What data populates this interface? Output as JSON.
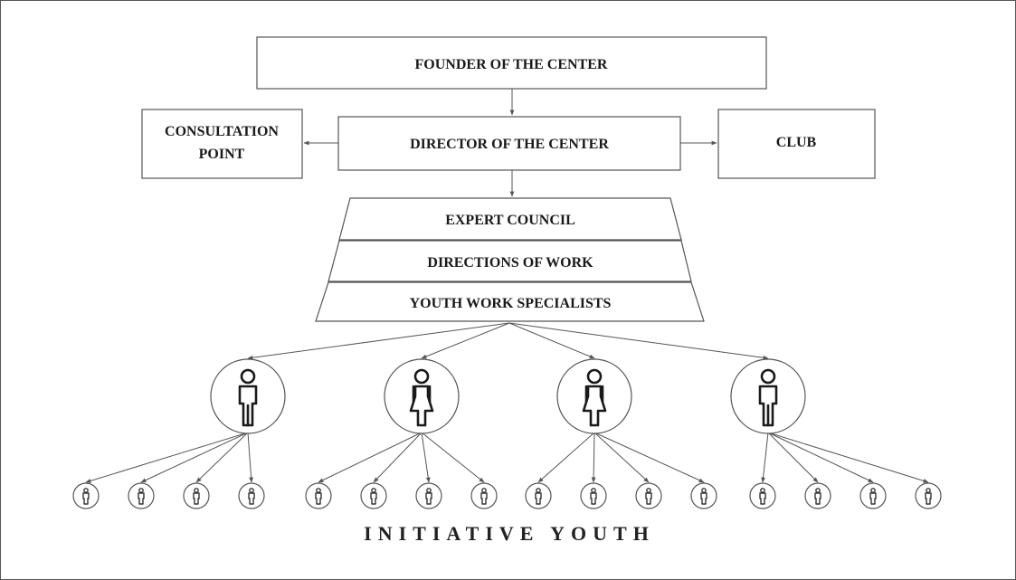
{
  "founder": "FOUNDER OF THE  CENTER",
  "director": "DIRECTOR OF THE CENTER",
  "consultation": [
    "CONSULTATION",
    "POINT"
  ],
  "club": "CLUB",
  "levels": [
    "EXPERT COUNCIL",
    "DIRECTIONS OF WORK",
    "YOUTH WORK SPECIALISTS"
  ],
  "leaders": [
    {
      "icon": "male-person-icon"
    },
    {
      "icon": "female-person-icon"
    },
    {
      "icon": "female-person-icon"
    },
    {
      "icon": "male-person-icon"
    }
  ],
  "youth_per_leader": 4,
  "youth_icon": "person-icon",
  "caption": "INITIATIVE YOUTH"
}
